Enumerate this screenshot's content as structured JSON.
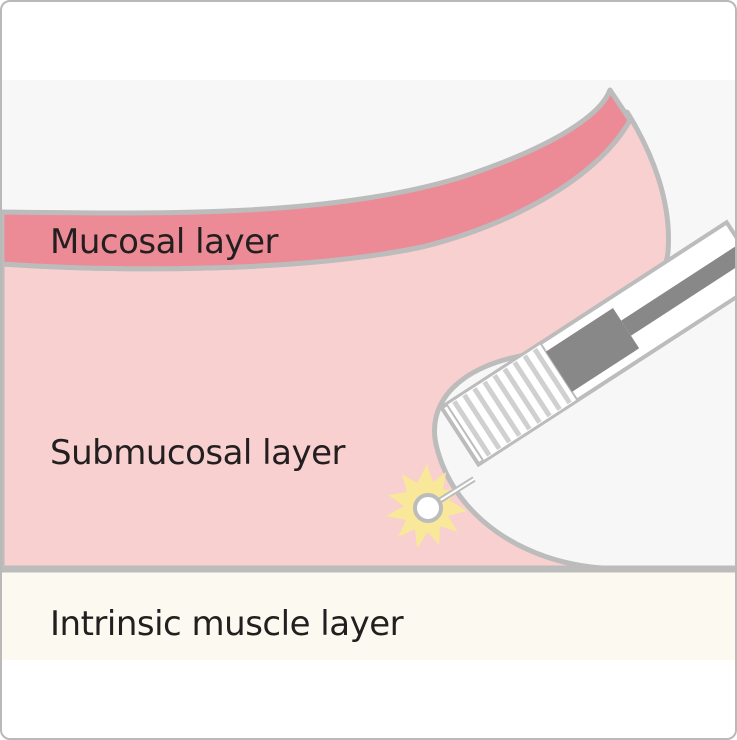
{
  "labels": {
    "mucosal": "Mucosal layer",
    "submucosal": "Submucosal layer",
    "muscle": "Intrinsic muscle layer"
  },
  "colors": {
    "mucosa": "#ec8a95",
    "submucosa": "#f8d0cf",
    "muscle": "#fcfaf0",
    "lumen": "#f7f7f7",
    "outline": "#bcbcbc",
    "instrument_body": "#888888",
    "spark": "#f9e79a"
  }
}
